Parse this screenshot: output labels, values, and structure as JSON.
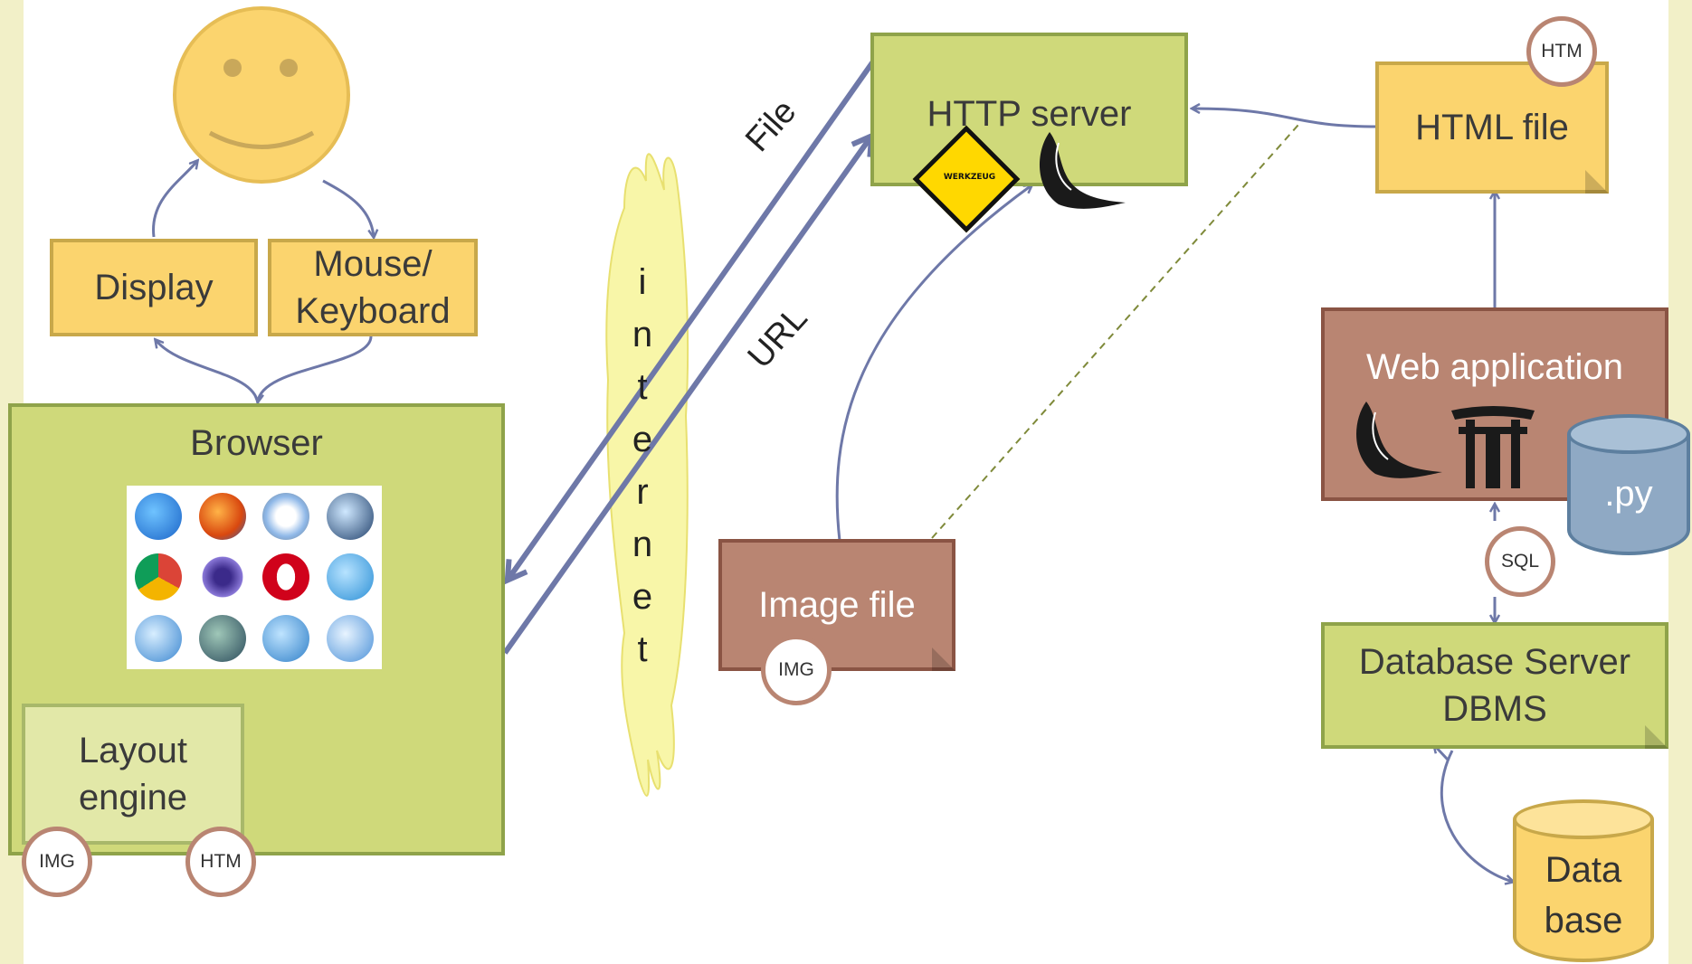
{
  "nodes": {
    "display": "Display",
    "mouse_keyboard_1": "Mouse/",
    "mouse_keyboard_2": "Keyboard",
    "browser": "Browser",
    "layout_engine_1": "Layout",
    "layout_engine_2": "engine",
    "http_server": "HTTP server",
    "html_file": "HTML file",
    "web_application": "Web application",
    "py": ".py",
    "image_file": "Image file",
    "database_server_1": "Database Server",
    "database_server_2": "DBMS",
    "database_1": "Data",
    "database_2": "base"
  },
  "badges": {
    "htm_top": "HTM",
    "img_image_file": "IMG",
    "img_layout": "IMG",
    "htm_layout": "HTM",
    "sql": "SQL"
  },
  "edge_labels": {
    "file": "File",
    "url": "URL"
  },
  "internet_letters": [
    "i",
    "n",
    "t",
    "e",
    "r",
    "n",
    "e",
    "t"
  ],
  "logos": {
    "werkzeug": "WERKZEUG"
  },
  "icons": {
    "browsers": [
      "ie-icon",
      "firefox-icon",
      "safari-icon",
      "netscape-icon",
      "chrome-icon",
      "seamonkey-icon",
      "opera-icon",
      "flock-icon",
      "konqueror-icon",
      "kmeleon-icon",
      "maxthon-icon",
      "camino-icon"
    ]
  },
  "colors": {
    "yellow_box": "#fbd46e",
    "green_box": "#cfd97a",
    "brown_box": "#b98572",
    "arrow": "#6e78a8",
    "cloud": "#f8f6a8",
    "cylinder_blue": "#8fa9c4",
    "cylinder_yellow": "#fbd46e"
  }
}
